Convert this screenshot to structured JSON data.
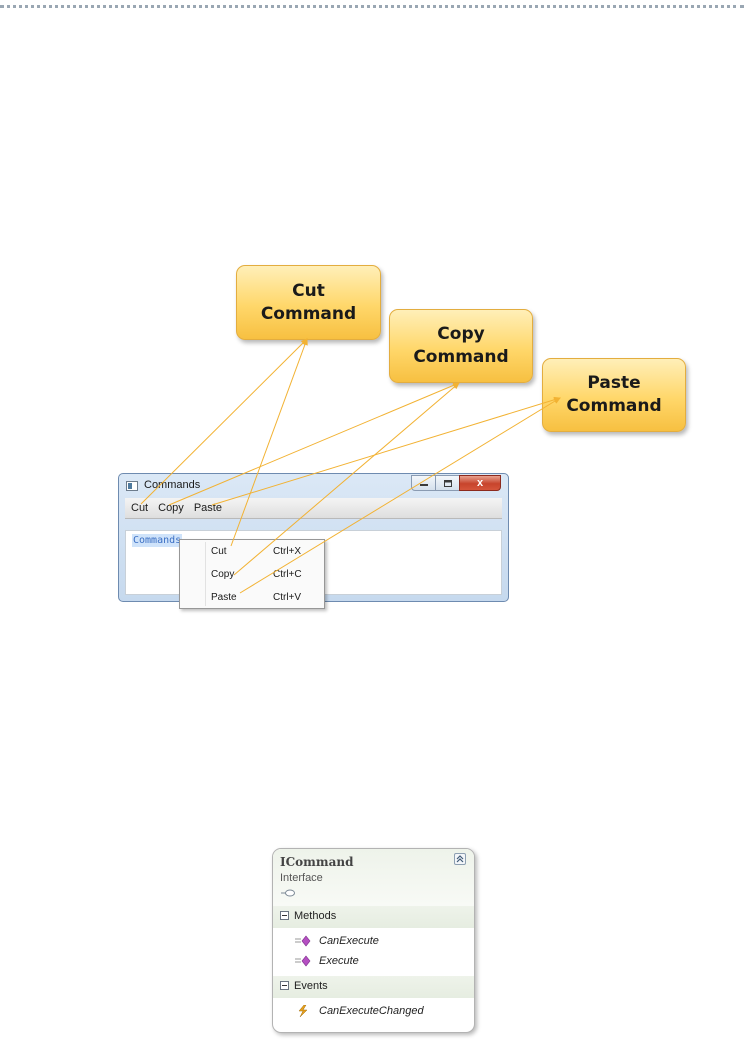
{
  "commands": [
    {
      "line1": "Cut",
      "line2": "Command"
    },
    {
      "line1": "Copy",
      "line2": "Command"
    },
    {
      "line1": "Paste",
      "line2": "Command"
    }
  ],
  "window": {
    "title": "Commands",
    "close_label": "x",
    "menu": [
      "Cut",
      "Copy",
      "Paste"
    ],
    "selected_text": "Commands"
  },
  "context_menu": {
    "items": [
      {
        "label": "Cut",
        "shortcut": "Ctrl+X"
      },
      {
        "label": "Copy",
        "shortcut": "Ctrl+C"
      },
      {
        "label": "Paste",
        "shortcut": "Ctrl+V"
      }
    ]
  },
  "class_diagram": {
    "name": "ICommand",
    "kind": "Interface",
    "sections": [
      {
        "title": "Methods",
        "members": [
          "CanExecute",
          "Execute"
        ]
      },
      {
        "title": "Events",
        "members": [
          "CanExecuteChanged"
        ]
      }
    ]
  },
  "colors": {
    "box_gradient_top": "#ffefb8",
    "box_gradient_bottom": "#f7c041",
    "connector": "#f2b233",
    "method_icon": "#b44fc1",
    "event_icon": "#e8a11c"
  }
}
